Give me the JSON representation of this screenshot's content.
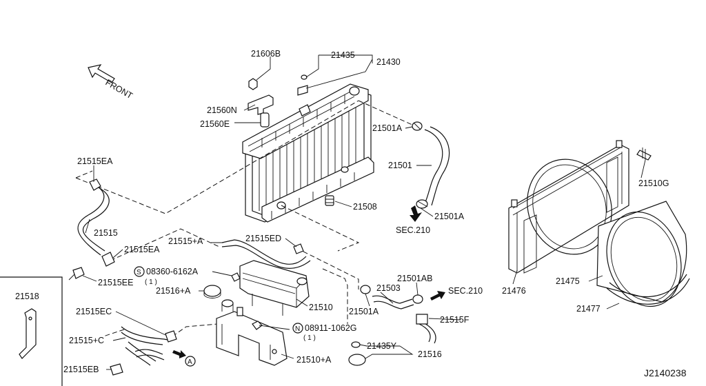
{
  "diagram": {
    "front_label": "FRONT",
    "drawing_code": "J2140238",
    "labels": {
      "p21606B": "21606B",
      "p21435": "21435",
      "p21430": "21430",
      "p21560N": "21560N",
      "p21560E": "21560E",
      "p21501A_top": "21501A",
      "p21501": "21501",
      "p21508": "21508",
      "p21501A_mid": "21501A",
      "sec210_left": "SEC.210",
      "p21510G": "21510G",
      "p21515EA_top": "21515EA",
      "p21515": "21515",
      "p21515EA_mid": "21515EA",
      "p21515EE": "21515EE",
      "p21515A": "21515+A",
      "p21515ED": "21515ED",
      "bolt_08360": "08360-6162A",
      "bolt_08360_qty": "( 1 )",
      "p21516A": "21516+A",
      "p21510": "21510",
      "p21515EC": "21515EC",
      "nut_08911": "08911-1062G",
      "nut_08911_qty": "( 1 )",
      "p21515C": "21515+C",
      "p21515EB": "21515EB",
      "ref_A": "A",
      "p21510A": "21510+A",
      "p21435Y": "21435Y",
      "p21516": "21516",
      "p21501AB": "21501AB",
      "sec210_right": "SEC.210",
      "p21503": "21503",
      "p21501A_low": "21501A",
      "p21515F": "21515F",
      "p21476": "21476",
      "p21475": "21475",
      "p21477": "21477",
      "p21518": "21518",
      "sym_S": "S",
      "sym_N": "N"
    }
  }
}
